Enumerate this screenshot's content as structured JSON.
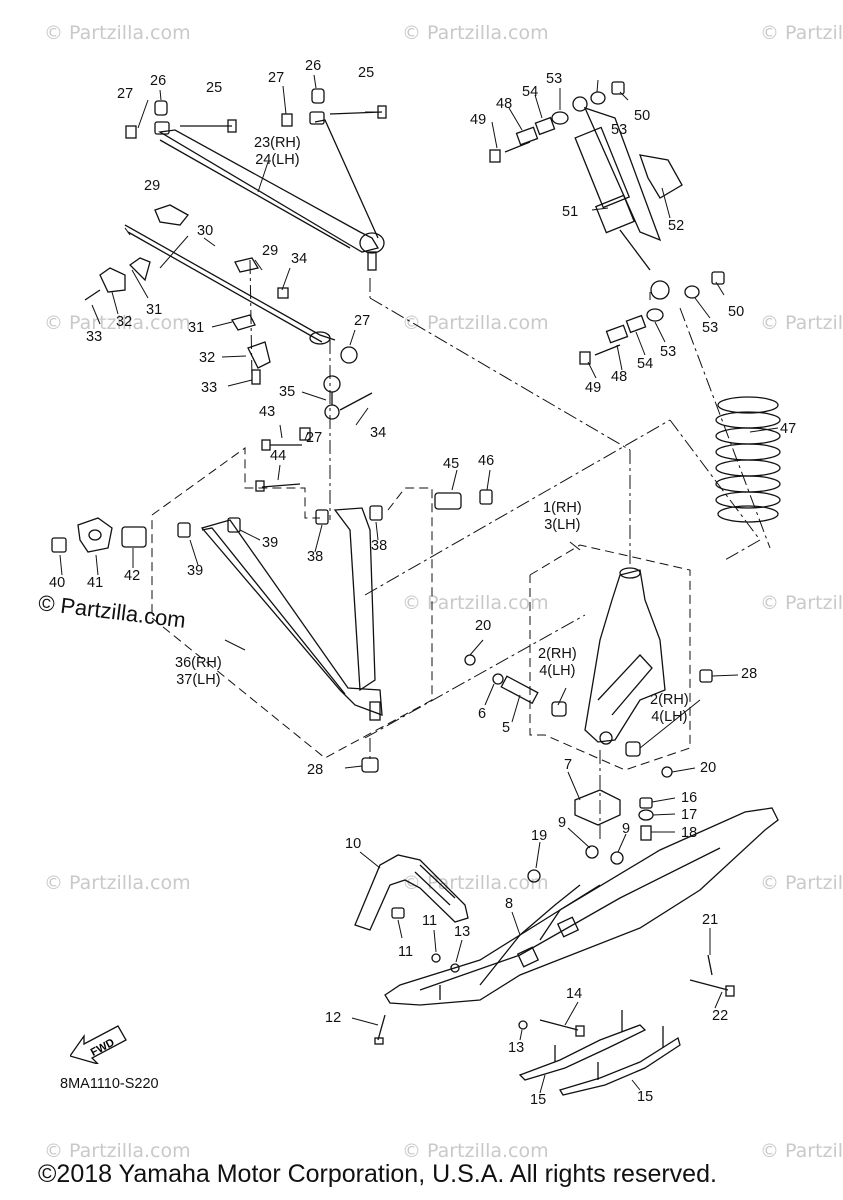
{
  "watermark": "© Partzilla.com",
  "watermark_main": "© Partzilla.com",
  "diagram_code": "8MA1110-S220",
  "fwd_label": "FWD",
  "copyright": "©2018 Yamaha Motor Corporation, U.S.A. All rights reserved.",
  "callouts": {
    "c1_3": [
      "1(RH)",
      "3(LH)"
    ],
    "c2_4a": [
      "2(RH)",
      "4(LH)"
    ],
    "c2_4b": [
      "2(RH)",
      "4(LH)"
    ],
    "c23_24": [
      "23(RH)",
      "24(LH)"
    ],
    "c36_37": [
      "36(RH)",
      "37(LH)"
    ],
    "n5": "5",
    "n6": "6",
    "n7": "7",
    "n8": "8",
    "n9a": "9",
    "n9b": "9",
    "n10": "10",
    "n11a": "11",
    "n11b": "11",
    "n12": "12",
    "n13a": "13",
    "n13b": "13",
    "n14": "14",
    "n15a": "15",
    "n15b": "15",
    "n16": "16",
    "n17": "17",
    "n18": "18",
    "n19": "19",
    "n20a": "20",
    "n20b": "20",
    "n21": "21",
    "n22": "22",
    "n25a": "25",
    "n25b": "25",
    "n26a": "26",
    "n26b": "26",
    "n27a": "27",
    "n27b": "27",
    "n27c": "27",
    "n27d": "27",
    "n28a": "28",
    "n28b": "28",
    "n29a": "29",
    "n29b": "29",
    "n30": "30",
    "n31a": "31",
    "n31b": "31",
    "n32a": "32",
    "n32b": "32",
    "n33a": "33",
    "n33b": "33",
    "n34a": "34",
    "n34b": "34",
    "n35": "35",
    "n38a": "38",
    "n38b": "38",
    "n39a": "39",
    "n39b": "39",
    "n40": "40",
    "n41": "41",
    "n42": "42",
    "n43": "43",
    "n44": "44",
    "n45": "45",
    "n46": "46",
    "n47": "47",
    "n48a": "48",
    "n48b": "48",
    "n49a": "49",
    "n49b": "49",
    "n50a": "50",
    "n50b": "50",
    "n51": "51",
    "n52": "52",
    "n53a": "53",
    "n53b": "53",
    "n53c": "53",
    "n53d": "53",
    "n54a": "54",
    "n54b": "54"
  }
}
